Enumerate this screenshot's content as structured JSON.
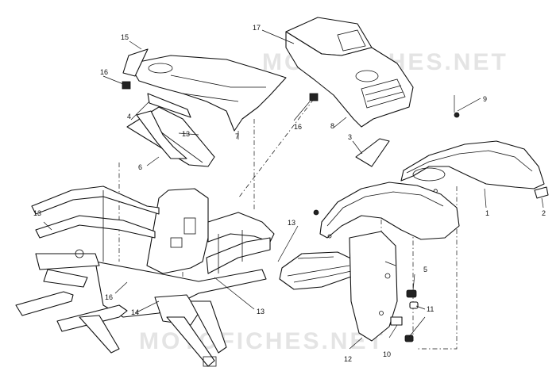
{
  "watermark": "MOTOFICHES.NET",
  "callouts": [
    {
      "id": "c1",
      "text": "1"
    },
    {
      "id": "c2",
      "text": "2"
    },
    {
      "id": "c3",
      "text": "3"
    },
    {
      "id": "c4",
      "text": "4"
    },
    {
      "id": "c5",
      "text": "5"
    },
    {
      "id": "c6",
      "text": "6"
    },
    {
      "id": "c7",
      "text": "7"
    },
    {
      "id": "c8",
      "text": "8"
    },
    {
      "id": "c9",
      "text": "9"
    },
    {
      "id": "c10",
      "text": "10"
    },
    {
      "id": "c11",
      "text": "11"
    },
    {
      "id": "c12",
      "text": "12"
    },
    {
      "id": "c13a",
      "text": "13"
    },
    {
      "id": "c13b",
      "text": "13"
    },
    {
      "id": "c13c",
      "text": "13"
    },
    {
      "id": "c13d",
      "text": "13"
    },
    {
      "id": "c14",
      "text": "14"
    },
    {
      "id": "c15",
      "text": "15"
    },
    {
      "id": "c16a",
      "text": "16"
    },
    {
      "id": "c16b",
      "text": "16"
    },
    {
      "id": "c16c",
      "text": "16"
    },
    {
      "id": "c17",
      "text": "17"
    }
  ]
}
